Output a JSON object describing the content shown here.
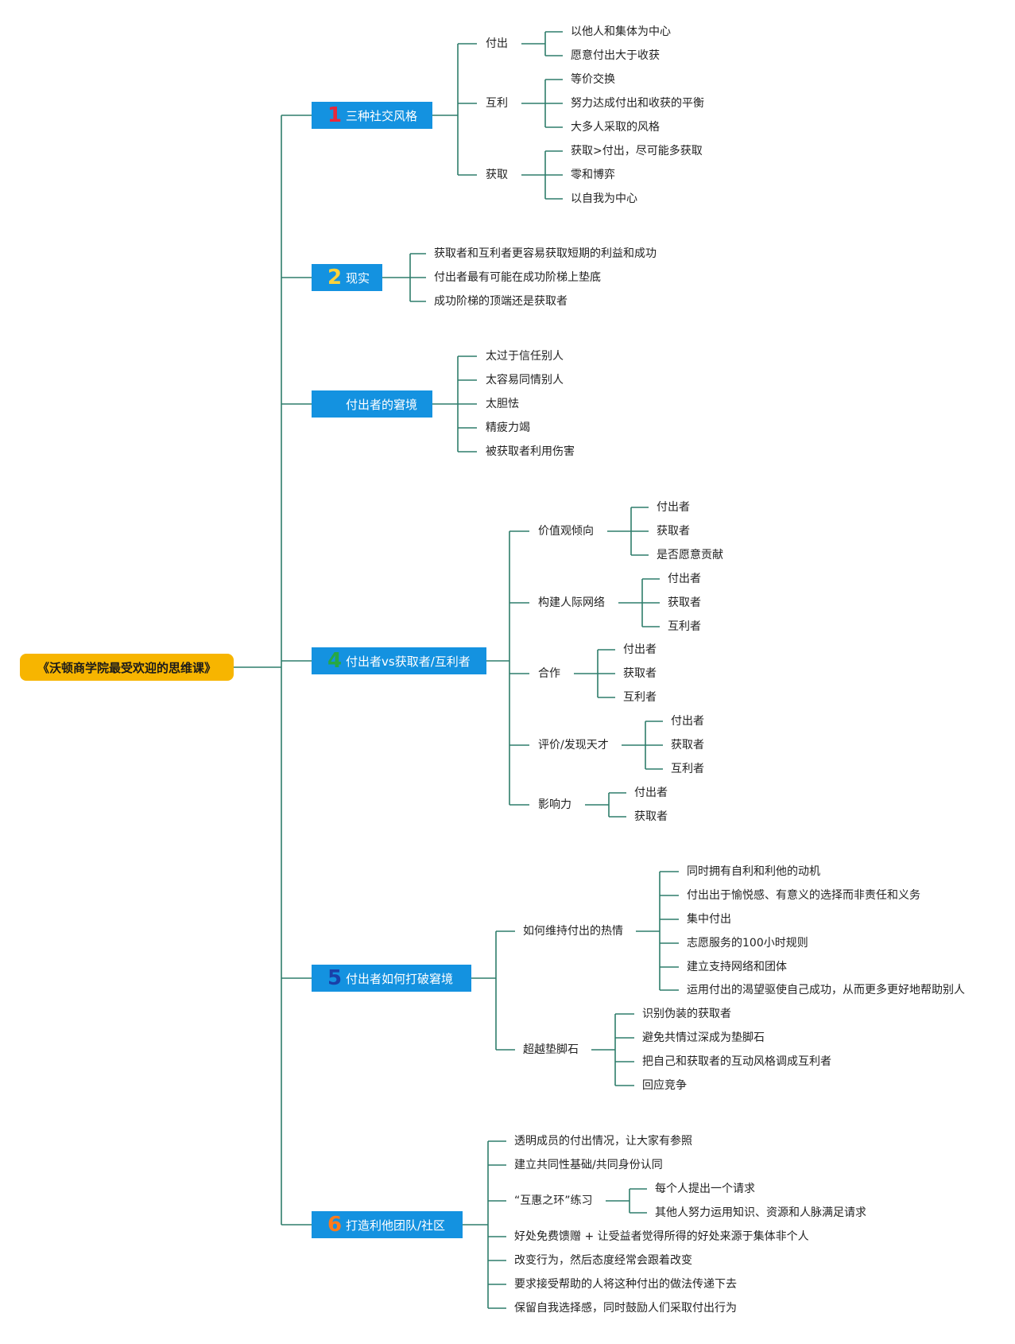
{
  "root": "《沃顿商学院最受欢迎的思维课》",
  "sections": {
    "s1": {
      "num": "1",
      "title": "三种社交风格",
      "groups": {
        "g1": {
          "label": "付出",
          "items": [
            "以他人和集体为中心",
            "愿意付出大于收获"
          ]
        },
        "g2": {
          "label": "互利",
          "items": [
            "等价交换",
            "努力达成付出和收获的平衡",
            "大多人采取的风格"
          ]
        },
        "g3": {
          "label": "获取",
          "items": [
            "获取>付出，尽可能多获取",
            "零和博弈",
            "以自我为中心"
          ]
        }
      }
    },
    "s2": {
      "num": "2",
      "title": "现实",
      "items": [
        "获取者和互利者更容易获取短期的利益和成功",
        "付出者最有可能在成功阶梯上垫底",
        "成功阶梯的顶端还是获取者"
      ]
    },
    "s3": {
      "num": "",
      "title": "付出者的窘境",
      "items": [
        "太过于信任别人",
        "太容易同情别人",
        "太胆怯",
        "精疲力竭",
        "被获取者利用伤害"
      ]
    },
    "s4": {
      "num": "4",
      "title": "付出者vs获取者/互利者",
      "groups": {
        "g1": {
          "label": "价值观倾向",
          "items": [
            "付出者",
            "获取者",
            "是否愿意贡献"
          ]
        },
        "g2": {
          "label": "构建人际网络",
          "items": [
            "付出者",
            "获取者",
            "互利者"
          ]
        },
        "g3": {
          "label": "合作",
          "items": [
            "付出者",
            "获取者",
            "互利者"
          ]
        },
        "g4": {
          "label": "评价/发现天才",
          "items": [
            "付出者",
            "获取者",
            "互利者"
          ]
        },
        "g5": {
          "label": "影响力",
          "items": [
            "付出者",
            "获取者"
          ]
        }
      }
    },
    "s5": {
      "num": "5",
      "title": "付出者如何打破窘境",
      "groups": {
        "g1": {
          "label": "如何维持付出的热情",
          "items": [
            "同时拥有自利和利他的动机",
            "付出出于愉悦感、有意义的选择而非责任和义务",
            "集中付出",
            "志愿服务的100小时规则",
            "建立支持网络和团体",
            "运用付出的渴望驱使自己成功，从而更多更好地帮助别人"
          ]
        },
        "g2": {
          "label": "超越垫脚石",
          "items": [
            "识别伪装的获取者",
            "避免共情过深成为垫脚石",
            "把自己和获取者的互动风格调成互利者",
            "回应竞争"
          ]
        }
      }
    },
    "s6": {
      "num": "6",
      "title": "打造利他团队/社区",
      "items": [
        "透明成员的付出情况，让大家有参照",
        "建立共同性基础/共同身份认同",
        "“互惠之环”练习",
        "好处免费馈赠 + 让受益者觉得所得的好处来源于集体非个人",
        "改变行为，然后态度经常会跟着改变",
        "要求接受帮助的人将这种付出的做法传递下去",
        "保留自我选择感，同时鼓励人们采取付出行为"
      ],
      "sub": {
        "label": "“互惠之环”练习",
        "items": [
          "每个人提出一个请求",
          "其他人努力运用知识、资源和人脉满足请求"
        ]
      }
    }
  },
  "colors": {
    "line": "#2e7d6b",
    "box": "#1492e0",
    "root": "#f7b500"
  }
}
